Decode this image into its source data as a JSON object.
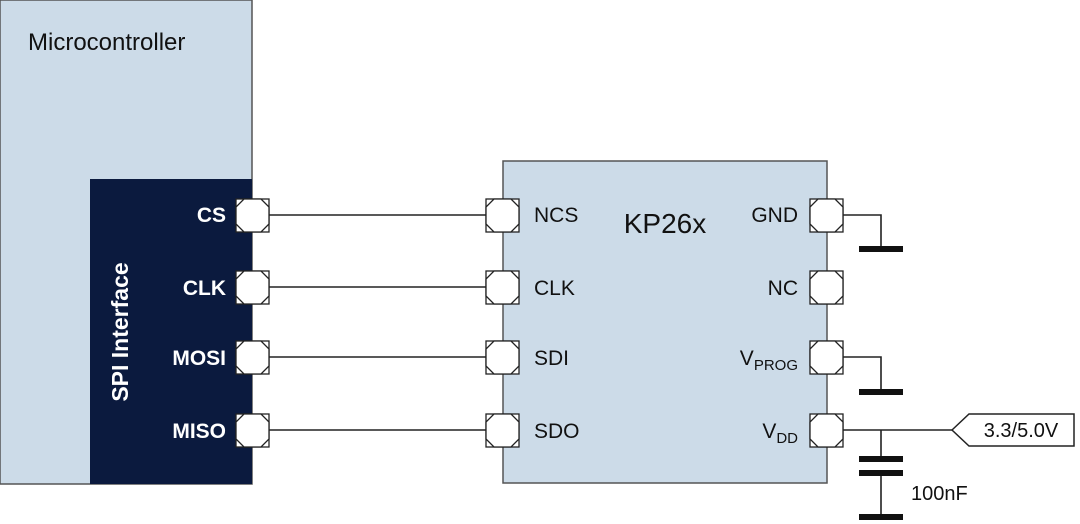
{
  "microcontroller": {
    "title": "Microcontroller",
    "interface_label": "SPI Interface",
    "pins": [
      {
        "label": "CS"
      },
      {
        "label": "CLK"
      },
      {
        "label": "MOSI"
      },
      {
        "label": "MISO"
      }
    ]
  },
  "sensor": {
    "name": "KP26x",
    "left_pins": [
      {
        "label": "NCS"
      },
      {
        "label": "CLK"
      },
      {
        "label": "SDI"
      },
      {
        "label": "SDO"
      }
    ],
    "right_pins": [
      {
        "label": "GND",
        "sub": ""
      },
      {
        "label": "NC",
        "sub": ""
      },
      {
        "label": "V",
        "sub": "PROG"
      },
      {
        "label": "V",
        "sub": "DD"
      }
    ]
  },
  "supply": {
    "label": "3.3/5.0V"
  },
  "capacitor": {
    "label": "100nF"
  },
  "colors": {
    "block_fill": "#ccdbe8",
    "spi_fill": "#0b1a3e",
    "wire": "#222222",
    "ground": "#111111"
  }
}
